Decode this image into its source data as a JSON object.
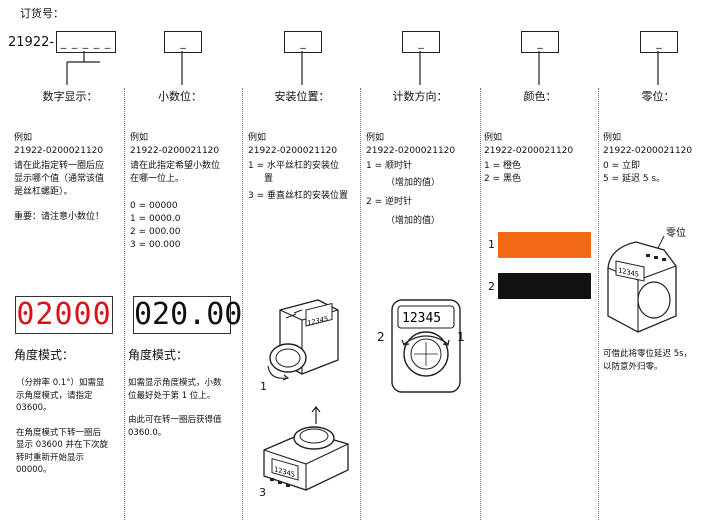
{
  "header": {
    "title": "订货号：",
    "code": "21922-",
    "code_slots": "_ _ _ _ _"
  },
  "colors": {
    "orange": "#f26a16",
    "black": "#111111",
    "red_display": "#d8141a"
  },
  "columns": [
    {
      "slot": "_",
      "title": "数字显示："
    },
    {
      "slot": "_",
      "title": "小数位："
    },
    {
      "slot": "_",
      "title": "安装位置："
    },
    {
      "slot": "_",
      "title": "计数方向："
    },
    {
      "slot": "_",
      "title": "颜色："
    },
    {
      "slot": "_",
      "title": "零位："
    }
  ],
  "c1": {
    "ex_label": "例如",
    "ex_code": "21922-0200021120",
    "desc": [
      "请在此指定转一圈后应",
      "显示哪个值（通常该值",
      "是丝杠螺距）。"
    ],
    "note": "重要：请注意小数位！",
    "display": "02000",
    "mode": "角度模式：",
    "mode_desc": [
      "（分辨率 0.1°）如需显",
      "示角度模式，请指定",
      "03600。"
    ],
    "mode_desc2": [
      "在角度模式下转一圈后",
      "显示 03600 并在下次旋",
      "转时重新开始显示",
      "00000。"
    ]
  },
  "c2": {
    "ex_label": "例如",
    "ex_code": "21922-0200021120",
    "desc": [
      "请在此指定希望小数位",
      "在哪一位上。"
    ],
    "opts": [
      "0 = 00000",
      "1 = 0000.0",
      "2 = 000.00",
      "3 = 00.000"
    ],
    "display": "020.00",
    "mode": "角度模式：",
    "mode_desc": [
      "如需显示角度模式，小数",
      "位最好处于第 1 位上。"
    ],
    "mode_desc2": [
      "由此可在转一圈后获得值",
      "0360.0。"
    ]
  },
  "c3": {
    "ex_label": "例如",
    "ex_code": "21922-0200021120",
    "opts": [
      "1 =  水平丝杠的安装位",
      "置",
      "3 = 垂直丝杠的安装位置"
    ],
    "fig1_label": "1",
    "fig3_label": "3",
    "lcd": "12345"
  },
  "c4": {
    "ex_label": "例如",
    "ex_code": "21922-0200021120",
    "opt1": "1 =  顺时针",
    "opt1b": "（增加的值）",
    "opt2": "2 = 逆时针",
    "opt2b": "（增加的值）",
    "lbl_left": "2",
    "lbl_right": "1",
    "lcd": "12345"
  },
  "c5": {
    "ex_label": "例如",
    "ex_code": "21922-0200021120",
    "opt1": "1 = 橙色",
    "opt2": "2 = 黑色",
    "sw1": "1",
    "sw2": "2"
  },
  "c6": {
    "ex_label": "例如",
    "ex_code": "21922-0200021120",
    "opt1": "0 = 立即",
    "opt2": "5 =  延迟 5 s。",
    "zero_label": "零位",
    "lcd": "12345",
    "note": [
      "可借此将零位延迟 5s，",
      "以防意外归零。"
    ]
  }
}
